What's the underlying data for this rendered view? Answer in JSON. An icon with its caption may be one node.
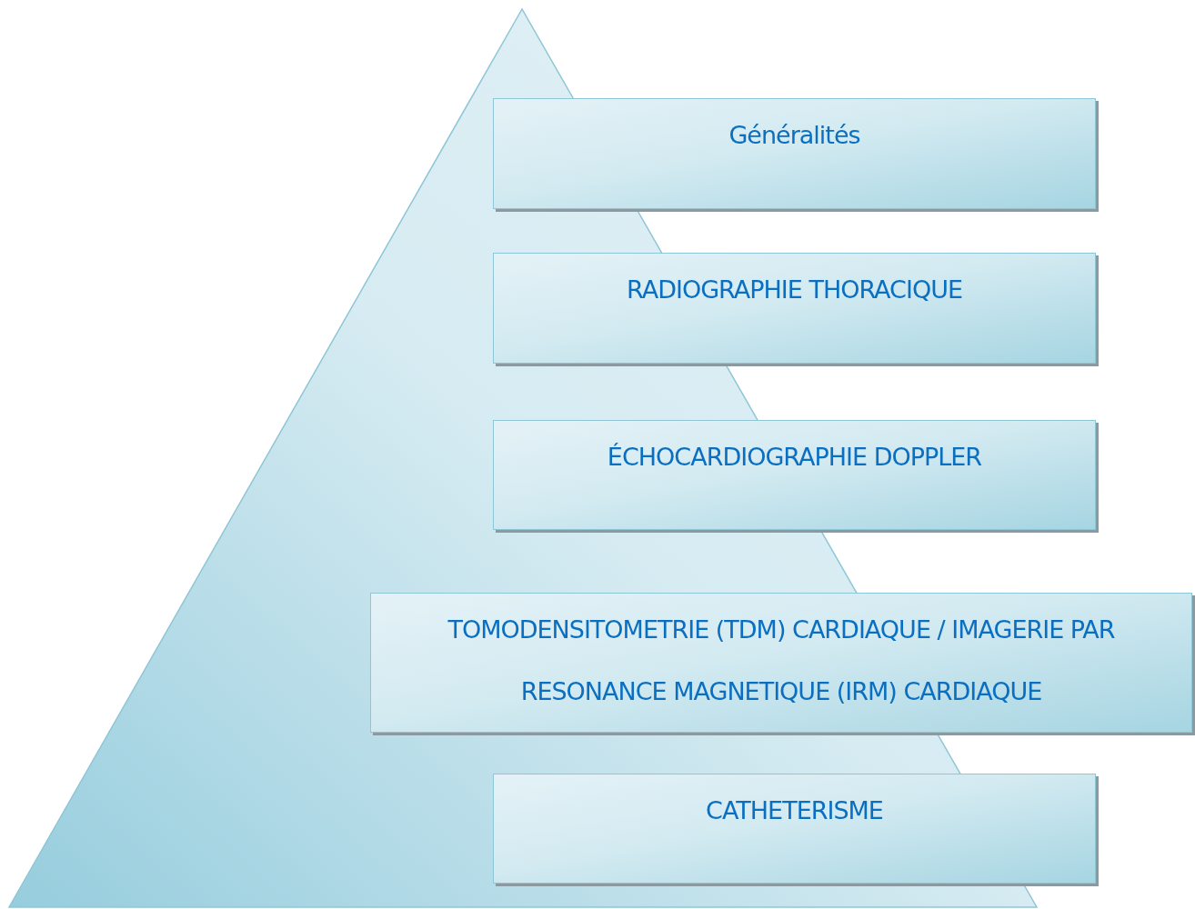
{
  "diagram": {
    "nodes": [
      {
        "text": [
          "Généralités"
        ]
      },
      {
        "text": [
          "RADIOGRAPHIE THORACIQUE"
        ]
      },
      {
        "text": [
          "ÉCHOCARDIOGRAPHIE DOPPLER"
        ]
      },
      {
        "text": [
          "TOMODENSITOMETRIE (TDM) CARDIAQUE / IMAGERIE PAR RESONANCE MAGNETIQUE (IRM) CARDIAQUE"
        ]
      },
      {
        "text": [
          "CATHETERISME"
        ]
      }
    ]
  }
}
